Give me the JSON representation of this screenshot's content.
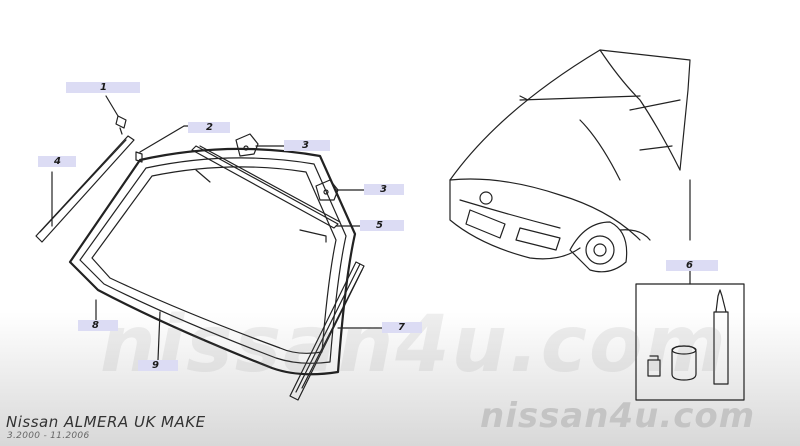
{
  "callouts": [
    {
      "id": "1",
      "label": "1"
    },
    {
      "id": "2",
      "label": "2"
    },
    {
      "id": "3a",
      "label": "3"
    },
    {
      "id": "3b",
      "label": "3"
    },
    {
      "id": "4",
      "label": "4"
    },
    {
      "id": "5",
      "label": "5"
    },
    {
      "id": "6",
      "label": "6"
    },
    {
      "id": "7",
      "label": "7"
    },
    {
      "id": "8",
      "label": "8"
    },
    {
      "id": "9",
      "label": "9"
    }
  ],
  "footer": {
    "model": "Nissan ALMERA UK MAKE",
    "dates": "3.2000  -  11.2006"
  },
  "watermark": {
    "center": "nissan4u.com",
    "corner": "nissan4u.com"
  },
  "colors": {
    "callout_box": "#dcdcf4",
    "line": "#222222"
  }
}
